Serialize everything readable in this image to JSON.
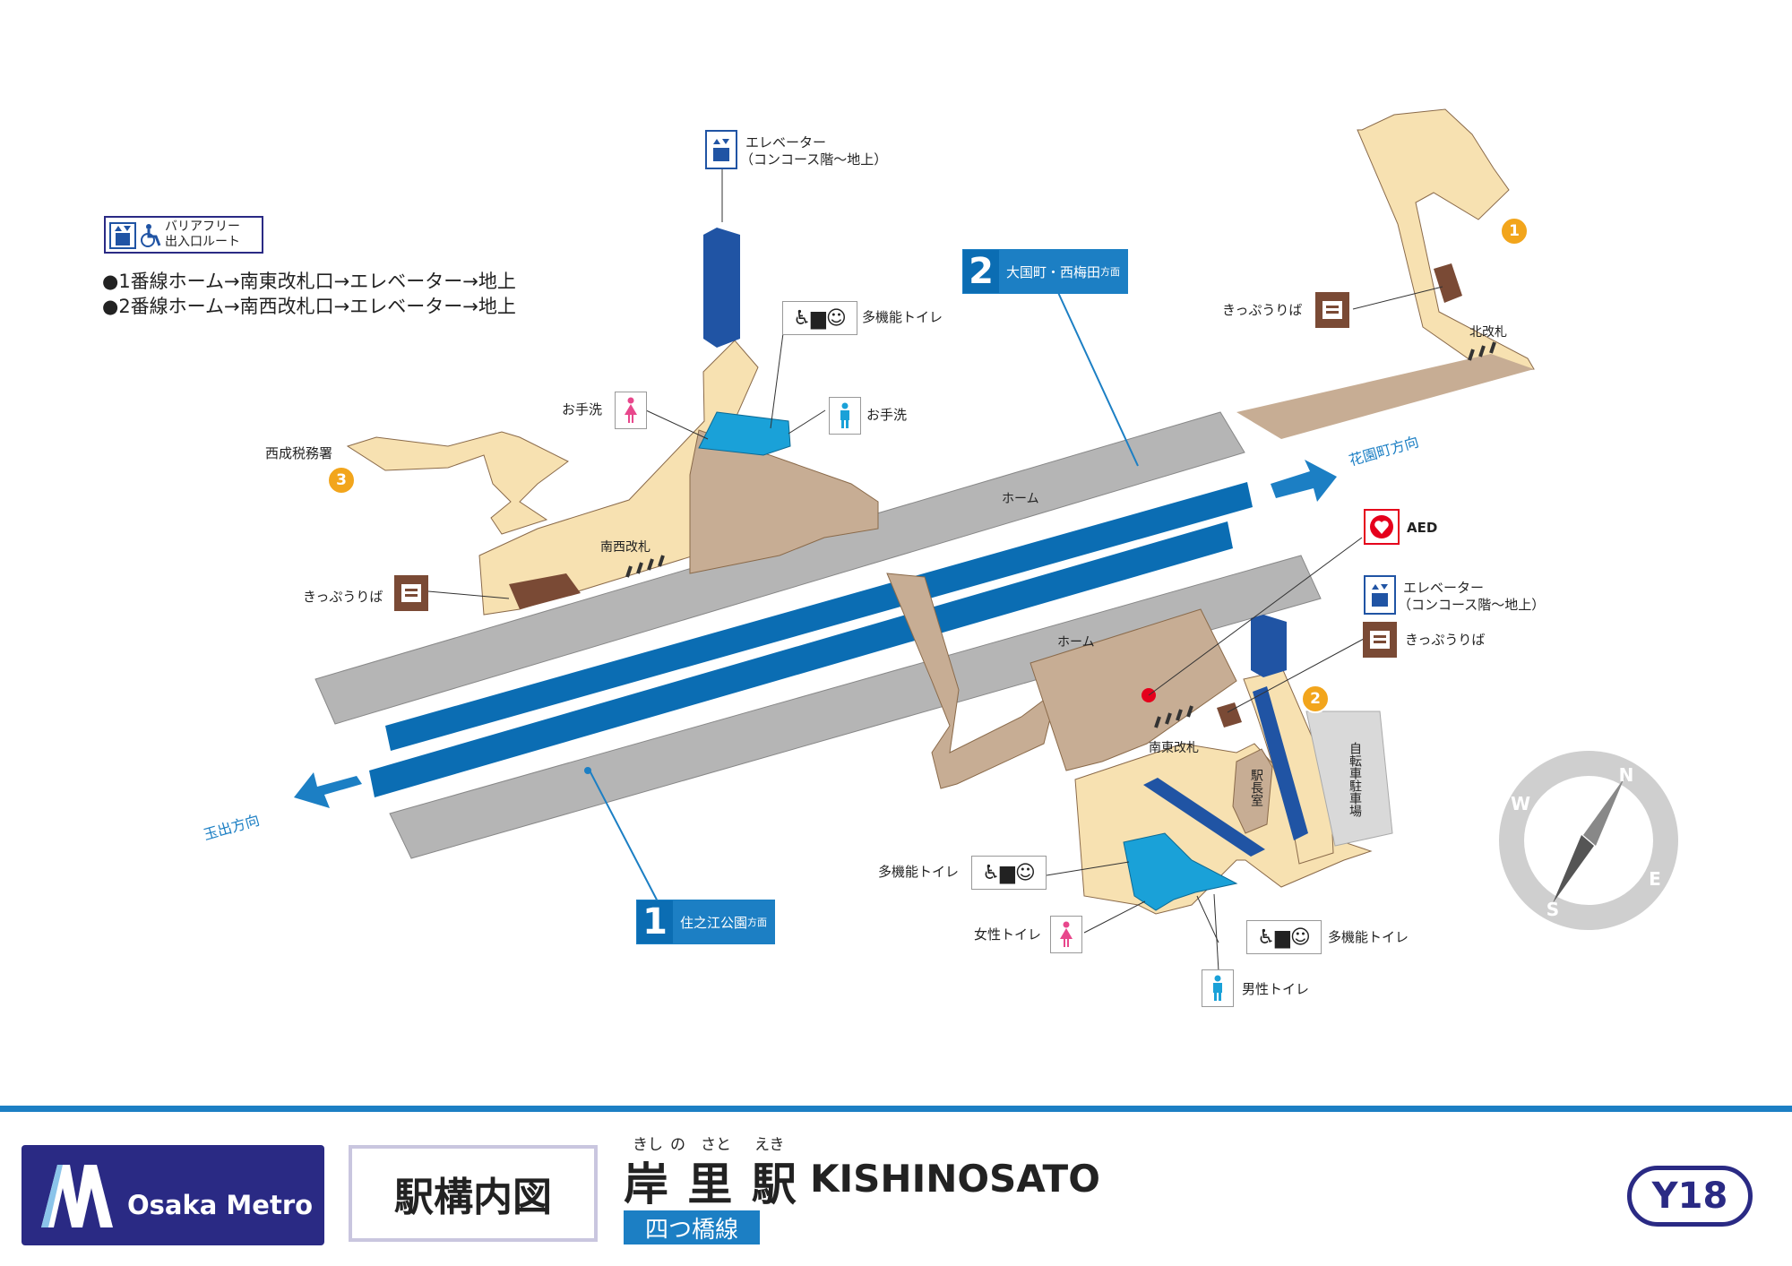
{
  "legend": {
    "title": "バリアフリー\n出入口ルート",
    "routes": [
      "●1番線ホーム→南東改札口→エレベーター→地上",
      "●2番線ホーム→南西改札口→エレベーター→地上"
    ]
  },
  "labels": {
    "elevator_top": "エレベーター",
    "elevator_top_sub": "（コンコース階～地上）",
    "elevator_right": "エレベーター",
    "elevator_right_sub": "（コンコース階～地上）",
    "multi_toilet_top": "多機能トイレ",
    "washroom_left": "お手洗",
    "washroom_right": "お手洗",
    "tax_office": "西成税務署",
    "ticket_left": "きっぷうりば",
    "ticket_top_right": "きっぷうりば",
    "ticket_right": "きっぷうりば",
    "north_gate": "北改札",
    "southwest_gate": "南西改札",
    "southeast_gate": "南東改札",
    "platform_upper": "ホーム",
    "platform_lower": "ホーム",
    "aed": "AED",
    "hanazonocho": "花園町方向",
    "tamade": "玉出方向",
    "stationmaster": "駅長室",
    "bicycle": "自転車駐車場",
    "multi_toilet_left": "多機能トイレ",
    "women_toilet": "女性トイレ",
    "multi_toilet_right": "多機能トイレ",
    "men_toilet": "男性トイレ"
  },
  "exits": [
    "1",
    "2",
    "3"
  ],
  "platforms": {
    "p2_num": "2",
    "p2_dir": "大国町・西梅田",
    "p2_suffix": "方面",
    "p1_num": "1",
    "p1_dir": "住之江公園",
    "p1_suffix": "方面"
  },
  "compass": {
    "letters": [
      "N",
      "E",
      "S",
      "W"
    ]
  },
  "footer": {
    "brand": "Osaka Metro",
    "map_title": "駅構内図",
    "ruby": [
      "きし",
      "の",
      "さと",
      "えき"
    ],
    "station_kanji": "岸 里 駅",
    "station_romaji": "KISHINOSATO",
    "line": "四つ橋線",
    "code": "Y18"
  },
  "colors": {
    "concourse": "#f7e1b1",
    "platform": "#b5b5b5",
    "stair": "#c7ad94",
    "track_blue": "#0b6db3",
    "exit_orange": "#f2a51c",
    "elevator_blue": "#2054a4",
    "brand_navy": "#2a2a84",
    "women_pink": "#e8478c",
    "men_cyan": "#1aa1d8",
    "ticket_brown": "#7a4a35"
  },
  "icons": [
    "elevator-icon",
    "wheelchair-icon",
    "ostomate-icon",
    "baby-care-icon",
    "women-icon",
    "men-icon",
    "ticket-machine-icon",
    "aed-icon",
    "compass-icon"
  ]
}
